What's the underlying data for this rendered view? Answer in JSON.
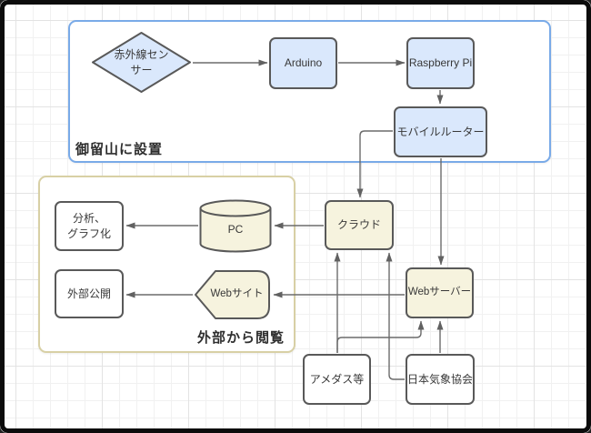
{
  "diagram": {
    "groups": {
      "installed": {
        "label": "御留山に設置"
      },
      "external": {
        "label": "外部から閲覧"
      }
    },
    "nodes": {
      "sensor": {
        "label": "赤外線センサー",
        "line1": "赤外線セン",
        "line2": "サー",
        "shape": "diamond",
        "fill": "#dae8fc"
      },
      "arduino": {
        "label": "Arduino",
        "shape": "rounded-rect",
        "fill": "#dae8fc"
      },
      "raspberrypi": {
        "label": "Raspberry Pi",
        "shape": "rounded-rect",
        "fill": "#dae8fc"
      },
      "router": {
        "label": "モバイルルーター",
        "shape": "rounded-rect",
        "fill": "#dae8fc"
      },
      "cloud": {
        "label": "クラウド",
        "shape": "rounded-rect",
        "fill": "#f6f3de"
      },
      "webserver": {
        "label": "Webサーバー",
        "shape": "rounded-rect",
        "fill": "#f6f3de"
      },
      "pc": {
        "label": "PC",
        "shape": "cylinder",
        "fill": "#f6f3de"
      },
      "website": {
        "label": "Webサイト",
        "shape": "display",
        "fill": "#f6f3de"
      },
      "analysis": {
        "label": "分析、グラフ化",
        "line1": "分析、",
        "line2": "グラフ化",
        "shape": "rounded-rect",
        "fill": "#ffffff"
      },
      "publish": {
        "label": "外部公開",
        "shape": "rounded-rect",
        "fill": "#ffffff"
      },
      "amedas": {
        "label": "アメダス等",
        "shape": "rounded-rect",
        "fill": "#ffffff"
      },
      "jwa": {
        "label": "日本気象協会",
        "shape": "rounded-rect",
        "fill": "#ffffff"
      }
    },
    "edges": [
      {
        "from": "赤外線センサー",
        "to": "Arduino"
      },
      {
        "from": "Arduino",
        "to": "Raspberry Pi"
      },
      {
        "from": "Raspberry Pi",
        "to": "モバイルルーター"
      },
      {
        "from": "モバイルルーター",
        "to": "クラウド"
      },
      {
        "from": "モバイルルーター",
        "to": "Webサーバー"
      },
      {
        "from": "クラウド",
        "to": "PC"
      },
      {
        "from": "PC",
        "to": "分析、グラフ化"
      },
      {
        "from": "Webサーバー",
        "to": "Webサイト"
      },
      {
        "from": "Webサイト",
        "to": "外部公開"
      },
      {
        "from": "アメダス等",
        "to": "クラウド"
      },
      {
        "from": "アメダス等",
        "to": "Webサーバー"
      },
      {
        "from": "日本気象協会",
        "to": "クラウド"
      },
      {
        "from": "日本気象協会",
        "to": "Webサーバー"
      }
    ],
    "colors": {
      "node_blue": "#dae8fc",
      "node_beige": "#f6f3de",
      "node_white": "#ffffff",
      "node_stroke": "#595959",
      "container_blue_border": "#79aae8",
      "container_tan_border": "#d8d0a5",
      "edge": "#6b6b6b",
      "text": "#383838",
      "frame": "#0c0c0c"
    }
  }
}
